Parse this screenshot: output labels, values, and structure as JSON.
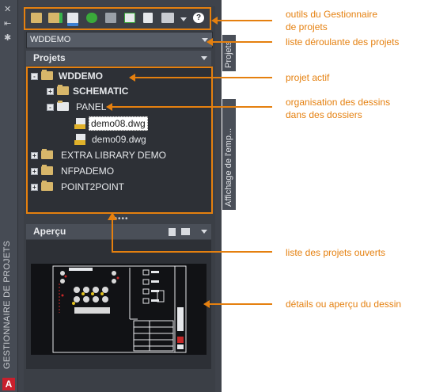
{
  "palette": {
    "title": "GESTIONNAIRE DE PROJETS",
    "side_tabs": [
      "Projets",
      "Affichage de l'emp..."
    ],
    "project_combo": {
      "selected": "WDDEMO"
    },
    "projects_header": "Projets",
    "preview_header": "Aperçu"
  },
  "toolbar": {
    "buttons": [
      "open-project-icon",
      "new-project-icon",
      "project-properties-icon",
      "refresh-icon",
      "project-wide-update-icon",
      "title-block-update-icon",
      "reports-icon",
      "publish-icon",
      "help-icon"
    ]
  },
  "tree": {
    "active_project": "WDDEMO",
    "folders": [
      "SCHEMATIC",
      "PANEL"
    ],
    "drawings": [
      "demo08.dwg",
      "demo09.dwg"
    ],
    "other_projects": [
      "EXTRA LIBRARY DEMO",
      "NFPADEMO",
      "POINT2POINT"
    ]
  },
  "annotations": {
    "toolbar_line1": "outils du Gestionnaire",
    "toolbar_line2": "de projets",
    "combo": "liste déroulante des projets",
    "active": "projet actif",
    "folders_line1": "organisation des dessins",
    "folders_line2": "dans des dossiers",
    "open_list": "liste des projets ouverts",
    "preview": "détails ou aperçu du dessin"
  },
  "colors": {
    "accent": "#e5800f",
    "panel": "#3f434b",
    "tree_bg": "#2d3036"
  }
}
